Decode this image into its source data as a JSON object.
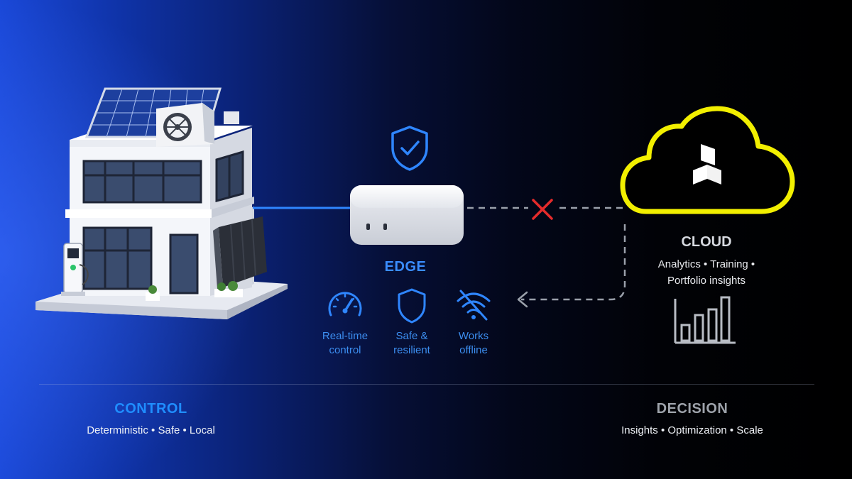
{
  "edge": {
    "label": "EDGE",
    "features": [
      {
        "icon": "speedometer-icon",
        "line1": "Real-time",
        "line2": "control"
      },
      {
        "icon": "shield-icon",
        "line1": "Safe &",
        "line2": "resilient"
      },
      {
        "icon": "wifi-off-icon",
        "line1": "Works",
        "line2": "offline"
      }
    ]
  },
  "cloud": {
    "title": "CLOUD",
    "desc_line1": "Analytics • Training •",
    "desc_line2": "Portfolio insights"
  },
  "control": {
    "title": "CONTROL",
    "subtitle": "Deterministic • Safe • Local"
  },
  "decision": {
    "title": "DECISION",
    "subtitle": "Insights • Optimization • Scale"
  },
  "colors": {
    "accent_blue": "#2f86ff",
    "cloud_outline": "#f2ef00",
    "blocked_x": "#e52b2b",
    "dashed_line": "#9aa0aa"
  }
}
